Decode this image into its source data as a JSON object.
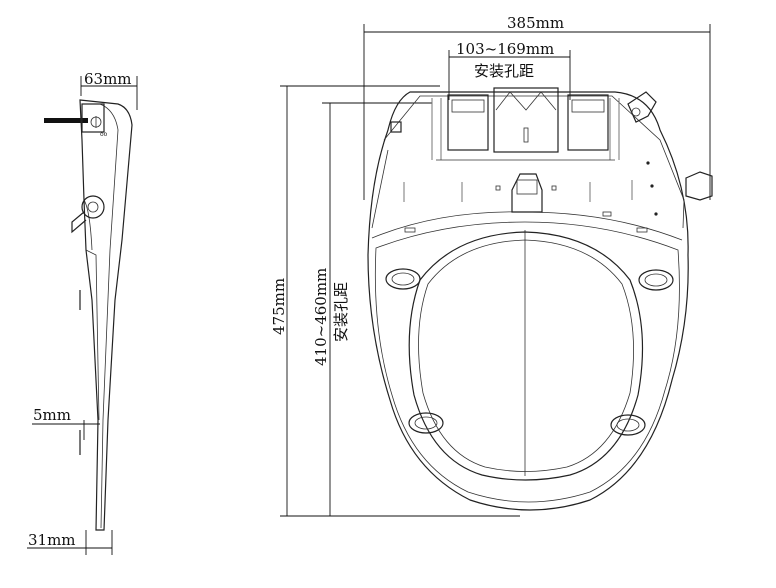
{
  "side_view": {
    "dims": {
      "top_width": "63mm",
      "gap": "5mm",
      "bottom_width": "31mm"
    }
  },
  "top_view": {
    "dims": {
      "overall_width": "385mm",
      "hole_spacing": "103~169mm",
      "hole_spacing_caption": "安装孔距",
      "overall_length": "475mm",
      "install_length": "410~460mm",
      "install_length_caption": "安装孔距"
    }
  }
}
